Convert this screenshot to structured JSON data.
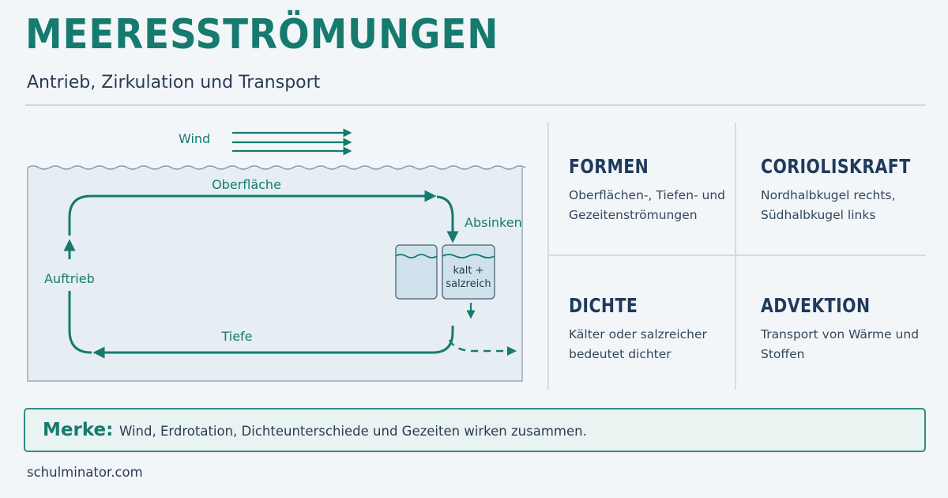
{
  "header": {
    "title": "MEERESSTRÖMUNGEN",
    "subtitle": "Antrieb, Zirkulation und Transport"
  },
  "diagram": {
    "labels": {
      "wind": "Wind",
      "surface": "Oberfläche",
      "sinking": "Absinken",
      "upwelling": "Auftrieb",
      "deep": "Tiefe",
      "beaker_line1": "kalt +",
      "beaker_line2": "salzreich"
    }
  },
  "cards": [
    {
      "heading": "FORMEN",
      "text": "Oberflächen-, Tiefen- und Gezeitenströmungen"
    },
    {
      "heading": "CORIOLISKRAFT",
      "text": "Nordhalbkugel rechts, Südhalbkugel links"
    },
    {
      "heading": "DICHTE",
      "text": "Kälter oder salzreicher bedeutet dichter"
    },
    {
      "heading": "ADVEKTION",
      "text": "Transport von Wärme und Stoffen"
    }
  ],
  "note": {
    "key": "Merke:",
    "text": "Wind, Erdrotation, Dichteunterschiede und Gezeiten wirken zusammen."
  },
  "footer": {
    "text": "schulminator.com"
  },
  "colors": {
    "accent": "#167a6e",
    "heading": "#1f3a5a",
    "water": "#e6eef4",
    "beaker": "#cfe2ec"
  }
}
